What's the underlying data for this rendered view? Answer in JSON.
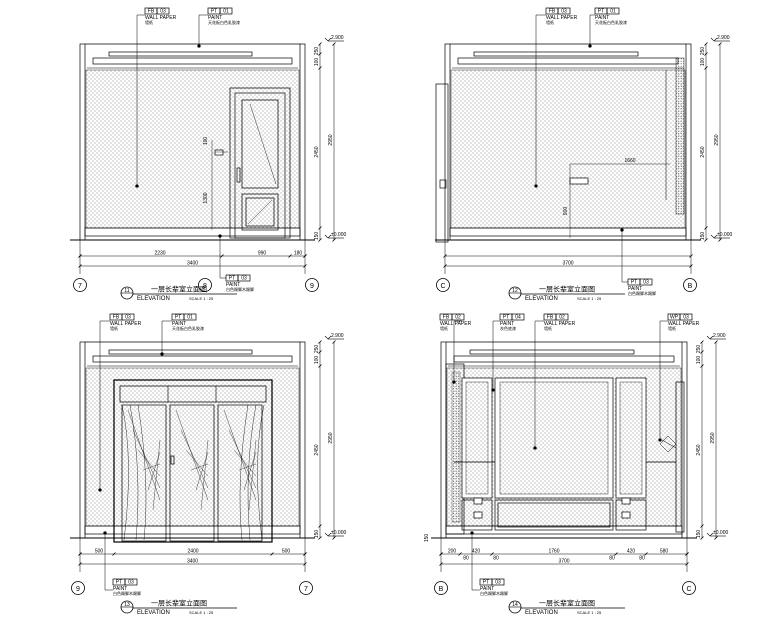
{
  "elevations": [
    {
      "number": "11",
      "title": "一层长辈室立面图",
      "subtitle": "ELEVATION",
      "scale": "SCALE 1 : 25",
      "grid_left": "7",
      "grid_right": "9",
      "grid_mid": "8",
      "tags": [
        {
          "code": "FB",
          "num": "03",
          "name": "WALL PAPER",
          "desc": "墙纸"
        },
        {
          "code": "PT",
          "num": "01",
          "name": "PAINT",
          "desc": "天花板白色乳胶漆"
        }
      ],
      "bottom_tag": {
        "code": "PT",
        "num": "03",
        "name": "PAINT",
        "desc": "白色踢脚木踢脚"
      },
      "dims_bottom": [
        "2230",
        "990",
        "180"
      ],
      "dim_total": "3400",
      "dims_right": [
        "250",
        "100",
        "2450",
        "2950",
        "150"
      ],
      "level_top": "2.900",
      "level_bottom": "±0.000",
      "dims_inner": [
        "100",
        "1300"
      ]
    },
    {
      "number": "12",
      "title": "一层长辈室立面图",
      "subtitle": "ELEVATION",
      "scale": "SCALE 1 : 25",
      "grid_left": "C",
      "grid_right": "B",
      "tags": [
        {
          "code": "FB",
          "num": "03",
          "name": "WALL PAPER",
          "desc": "墙纸"
        },
        {
          "code": "PT",
          "num": "01",
          "name": "PAINT",
          "desc": "天花板白色乳胶漆"
        }
      ],
      "bottom_tag": {
        "code": "PT",
        "num": "03",
        "name": "PAINT",
        "desc": "白色踢脚木踢脚"
      },
      "dim_total": "3700",
      "dims_right": [
        "250",
        "100",
        "2450",
        "2950",
        "150"
      ],
      "level_top": "2.900",
      "level_bottom": "±0.000",
      "dims_inner": [
        "1660",
        "900"
      ]
    },
    {
      "number": "13",
      "title": "一层长辈室立面图",
      "subtitle": "ELEVATION",
      "scale": "SCALE 1 : 25",
      "grid_left": "9",
      "grid_right": "7",
      "tags": [
        {
          "code": "FB",
          "num": "03",
          "name": "WALL PAPER",
          "desc": "墙纸"
        },
        {
          "code": "PT",
          "num": "01",
          "name": "PAINT",
          "desc": "天花板白色乳胶漆"
        }
      ],
      "bottom_tag": {
        "code": "PT",
        "num": "03",
        "name": "PAINT",
        "desc": "白色踢脚木踢脚"
      },
      "dims_bottom": [
        "500",
        "2400",
        "500"
      ],
      "dim_total": "3400",
      "dims_right": [
        "250",
        "100",
        "2450",
        "2950",
        "150"
      ],
      "level_top": "2.900",
      "level_bottom": "±0.000"
    },
    {
      "number": "14",
      "title": "一层长辈室立面图",
      "subtitle": "ELEVATION",
      "scale": "SCALE 1 : 25",
      "grid_left": "B",
      "grid_right": "C",
      "tags": [
        {
          "code": "FB",
          "num": "02",
          "name": "WALL PAPER",
          "desc": "墙纸"
        },
        {
          "code": "PT",
          "num": "04",
          "name": "PAINT",
          "desc": "灰色底漆"
        },
        {
          "code": "FB",
          "num": "02",
          "name": "WALL PAPER",
          "desc": "墙纸"
        },
        {
          "code": "WP",
          "num": "03",
          "name": "WALL PAPER",
          "desc": "墙纸"
        }
      ],
      "bottom_tag": {
        "code": "PT",
        "num": "03",
        "name": "PAINT",
        "desc": "白色踢脚木踢脚"
      },
      "dims_bottom": [
        "200",
        "420",
        "1760",
        "420",
        "580"
      ],
      "dims_bottom2": [
        "80",
        "80",
        "80",
        "80"
      ],
      "dim_total": "3700",
      "dims_right": [
        "250",
        "100",
        "2450",
        "2950",
        "150"
      ],
      "dims_left": [
        "150"
      ],
      "level_top": "2.900",
      "level_bottom": "±0.000"
    }
  ]
}
